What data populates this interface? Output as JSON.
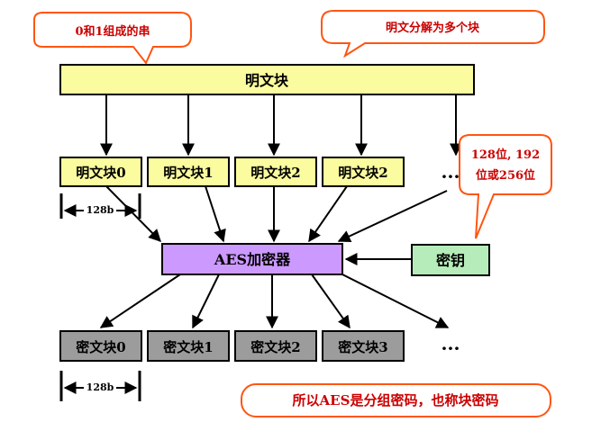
{
  "callouts": {
    "bit_string": "0和1组成的串",
    "split_blocks": "明文分解为多个块",
    "key_sizes_line1": "128位, 192",
    "key_sizes_line2": "位或256位",
    "block_cipher": "所以AES是分组密码，也称块密码"
  },
  "plaintext": {
    "label": "明文块",
    "blocks": [
      "明文块0",
      "明文块1",
      "明文块2",
      "明文块2"
    ],
    "ellipsis": "···"
  },
  "block_size_label": "128b",
  "cipher": {
    "label": "AES加密器"
  },
  "key": {
    "label": "密钥"
  },
  "ciphertext": {
    "blocks": [
      "密文块0",
      "密文块1",
      "密文块2",
      "密文块3"
    ],
    "ellipsis": "···"
  },
  "colors": {
    "plaintext_fill": "#fbfb9f",
    "cipher_fill": "#cc99ff",
    "key_fill": "#b6ecba",
    "ciphertext_fill": "#9c9c9c",
    "callout_stroke": "#ff5511",
    "callout_text": "#cc0000",
    "callout_blue_text": "#2233aa"
  }
}
